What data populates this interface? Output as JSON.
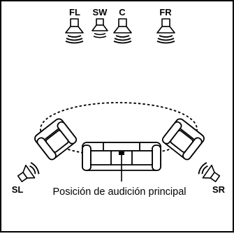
{
  "speakers": {
    "fl": "FL",
    "sw": "SW",
    "c": "C",
    "fr": "FR",
    "sl": "SL",
    "sr": "SR"
  },
  "caption": "Posición de audición principal",
  "colors": {
    "stroke": "#000000",
    "background": "#ffffff",
    "fill": "#ffffff"
  }
}
